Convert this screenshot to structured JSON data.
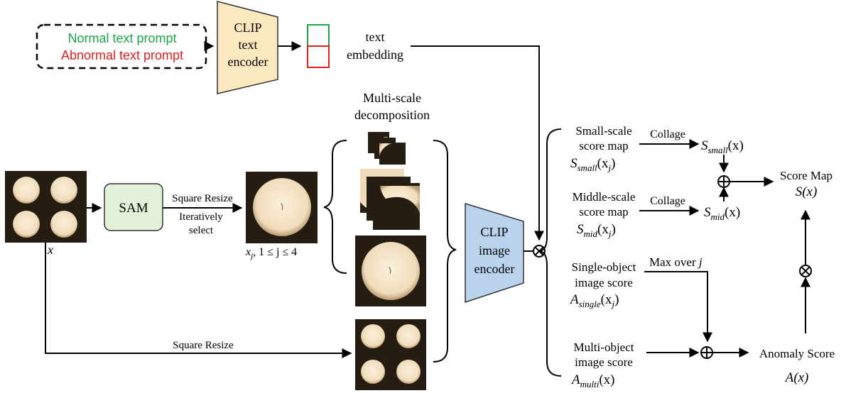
{
  "prompts": {
    "normal": "Normal text prompt",
    "abnormal": "Abnormal text prompt",
    "normal_color": "#1aa64a",
    "abnormal_color": "#e02020"
  },
  "text_encoder": {
    "line1": "CLIP",
    "line2": "text",
    "line3": "encoder"
  },
  "text_embedding": {
    "line1": "text",
    "line2": "embedding"
  },
  "sam": {
    "label": "SAM"
  },
  "resize1": {
    "line1": "Square Resize",
    "line2": "Iteratively",
    "line3": "select"
  },
  "resize2": {
    "label": "Square Resize"
  },
  "input_label": "x",
  "crops_label": {
    "xj": "x",
    "sub": "j",
    "rest": ", 1 ≤ j ≤ 4"
  },
  "multiscale": {
    "line1": "Multi-scale",
    "line2": "decomposition"
  },
  "image_encoder": {
    "line1": "CLIP",
    "line2": "image",
    "line3": "encoder"
  },
  "outputs": {
    "small": {
      "line1": "Small-scale",
      "line2": "score map",
      "sym": "S",
      "sub": "small",
      "arg": "(x",
      "argsub": "j",
      "close": ")"
    },
    "mid": {
      "line1": "Middle-scale",
      "line2": "score map",
      "sym": "S",
      "sub": "mid",
      "arg": "(x",
      "argsub": "j",
      "close": ")"
    },
    "single": {
      "line1": "Single-object",
      "line2": "image score",
      "sym": "A",
      "sub": "single",
      "arg": "(x",
      "argsub": "j",
      "close": ")"
    },
    "multi": {
      "line1": "Multi-object",
      "line2": "image score",
      "sym": "A",
      "sub": "multi",
      "arg": "(x)"
    }
  },
  "collage": "Collage",
  "collage2": "Collage",
  "s_small": {
    "sym": "S",
    "sub": "small",
    "arg": "(x)"
  },
  "s_mid": {
    "sym": "S",
    "sub": "mid",
    "arg": "(x)"
  },
  "max_over": {
    "text": "Max over ",
    "var": "j"
  },
  "score_map": {
    "label": "Score Map",
    "sym": "S(x)"
  },
  "anomaly": {
    "label": "Anomaly Score",
    "sym": "A(x)"
  },
  "colors": {
    "text_encoder_fill": "#fde9bf",
    "image_encoder_fill": "#b9d3ec",
    "sam_fill": "#e2f1d7",
    "photo_bg": "#251c12",
    "disk": "#f3e3c6"
  }
}
